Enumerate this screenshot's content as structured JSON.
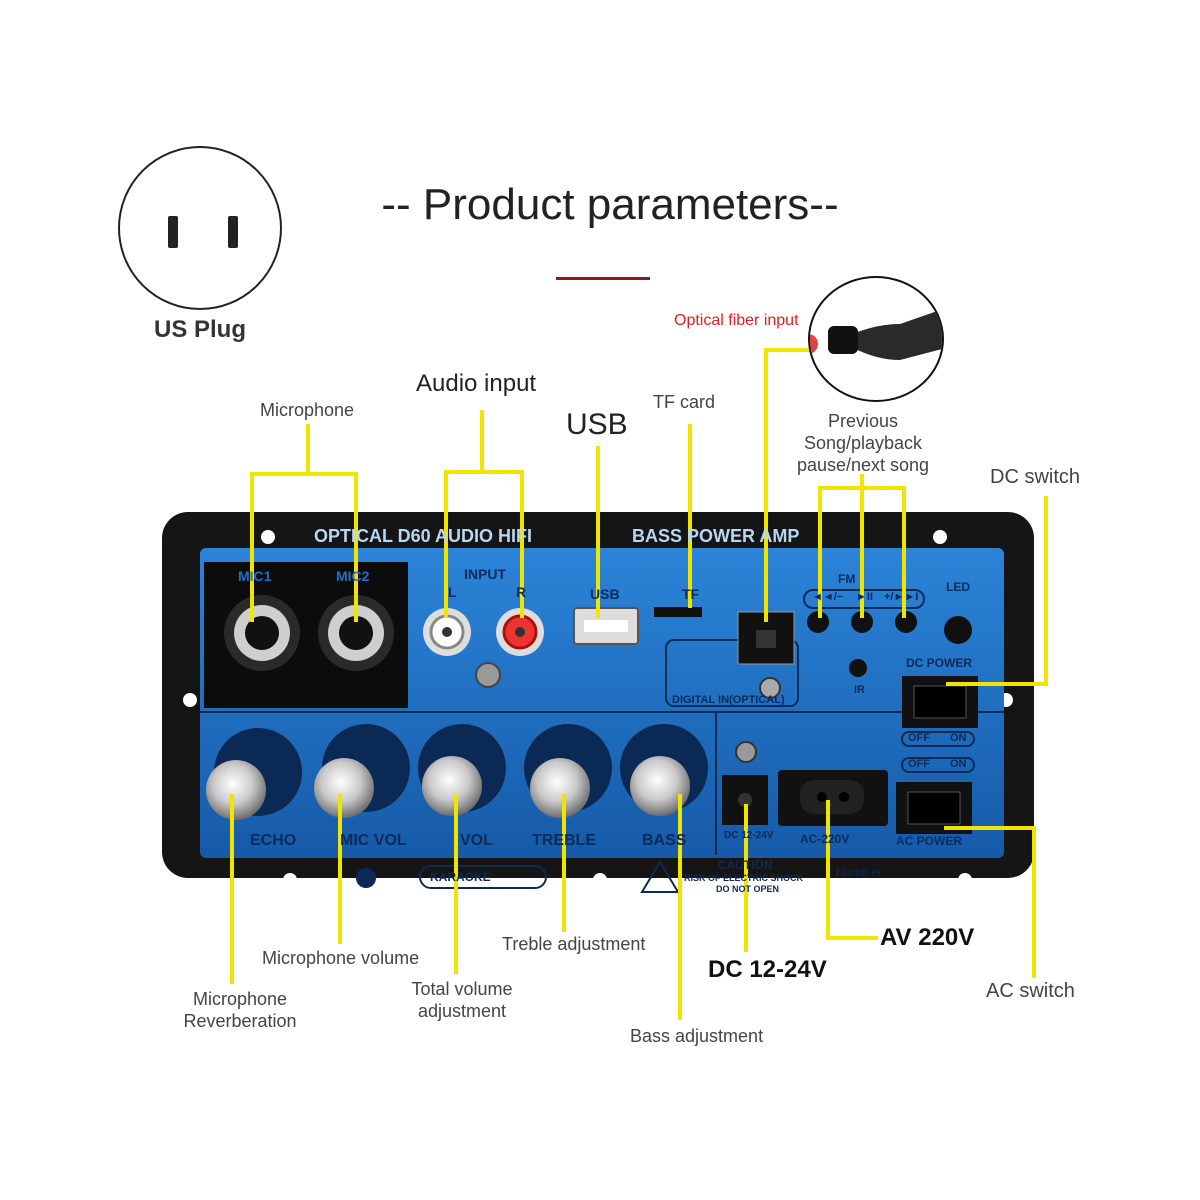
{
  "header": {
    "title": "-- Product parameters--",
    "plug_label": "US Plug"
  },
  "callouts": {
    "optical_fiber_input": "Optical fiber input",
    "microphone": "Microphone",
    "audio_input": "Audio input",
    "usb": "USB",
    "tf_card": "TF card",
    "previous_song": [
      "Previous",
      "Song/playback",
      "pause/next song"
    ],
    "dc_switch": "DC switch",
    "ac_switch": "AC switch",
    "av_220v": "AV 220V",
    "dc_12_24v": "DC 12-24V",
    "microphone_reverberation": [
      "Microphone",
      "Reverberation"
    ],
    "microphone_volume": "Microphone volume",
    "total_volume_adjustment": [
      "Total volume",
      "adjustment"
    ],
    "treble_adjustment": "Treble adjustment",
    "bass_adjustment": "Bass adjustment"
  },
  "panel": {
    "top_left_title": "OPTICAL D60 AUDIO HIFI",
    "top_right_title": "BASS POWER AMP",
    "mic1": "MIC1",
    "mic2": "MIC2",
    "input": "INPUT",
    "input_l": "L",
    "input_r": "R",
    "usb": "USB",
    "tf": "TF",
    "digital_in": "DIGITAL IN(OPTICAL)",
    "fm": "FM",
    "buttons": [
      "◄◄/−",
      "►II",
      "+/►►I"
    ],
    "led": "LED",
    "ir": "IR",
    "dc_power": "DC POWER",
    "ac_power": "AC POWER",
    "off": "OFF",
    "on": "ON",
    "knobs": [
      "ECHO",
      "MIC VOL",
      "VOL",
      "TREBLE",
      "BASS"
    ],
    "karaoke": "KARAOKE",
    "dc_jack": "DC 12-24V",
    "ac_socket": "AC-220V",
    "caution": "CAUTION",
    "caution_sub1": "RISK OF ELECTRIC SHOCK",
    "caution_sub2": "DO NOT OPEN",
    "number": "Numb er"
  },
  "colors": {
    "callout_line": "#f0e400",
    "panel_blue": "#1f6fc4",
    "panel_black": "#111111",
    "optical_red": "#e02020"
  }
}
